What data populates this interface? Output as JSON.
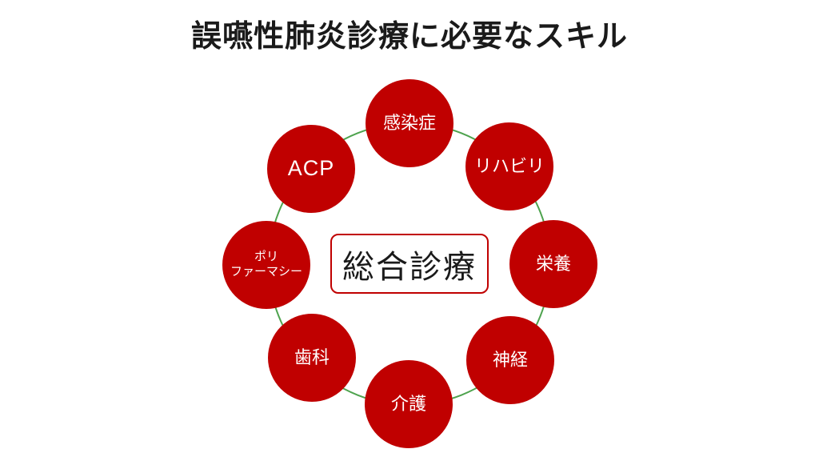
{
  "title": "誤嚥性肺炎診療に必要なスキル",
  "center": {
    "label": "総合診療"
  },
  "colors": {
    "node_red": "#C00000",
    "ring_green": "#4EA34E",
    "center_border": "#C00000",
    "text_white": "#FFFFFF",
    "title_black": "#1A1A1A"
  },
  "nodes": [
    {
      "id": "infection",
      "label": "感染症"
    },
    {
      "id": "rehabilitation",
      "label": "リハビリ"
    },
    {
      "id": "nutrition",
      "label": "栄養"
    },
    {
      "id": "neurology",
      "label": "神経"
    },
    {
      "id": "care",
      "label": "介護"
    },
    {
      "id": "dental",
      "label": "歯科"
    },
    {
      "id": "polypharmacy",
      "label": "ポリ\nファーマシー"
    },
    {
      "id": "acp",
      "label": "ACP"
    }
  ]
}
